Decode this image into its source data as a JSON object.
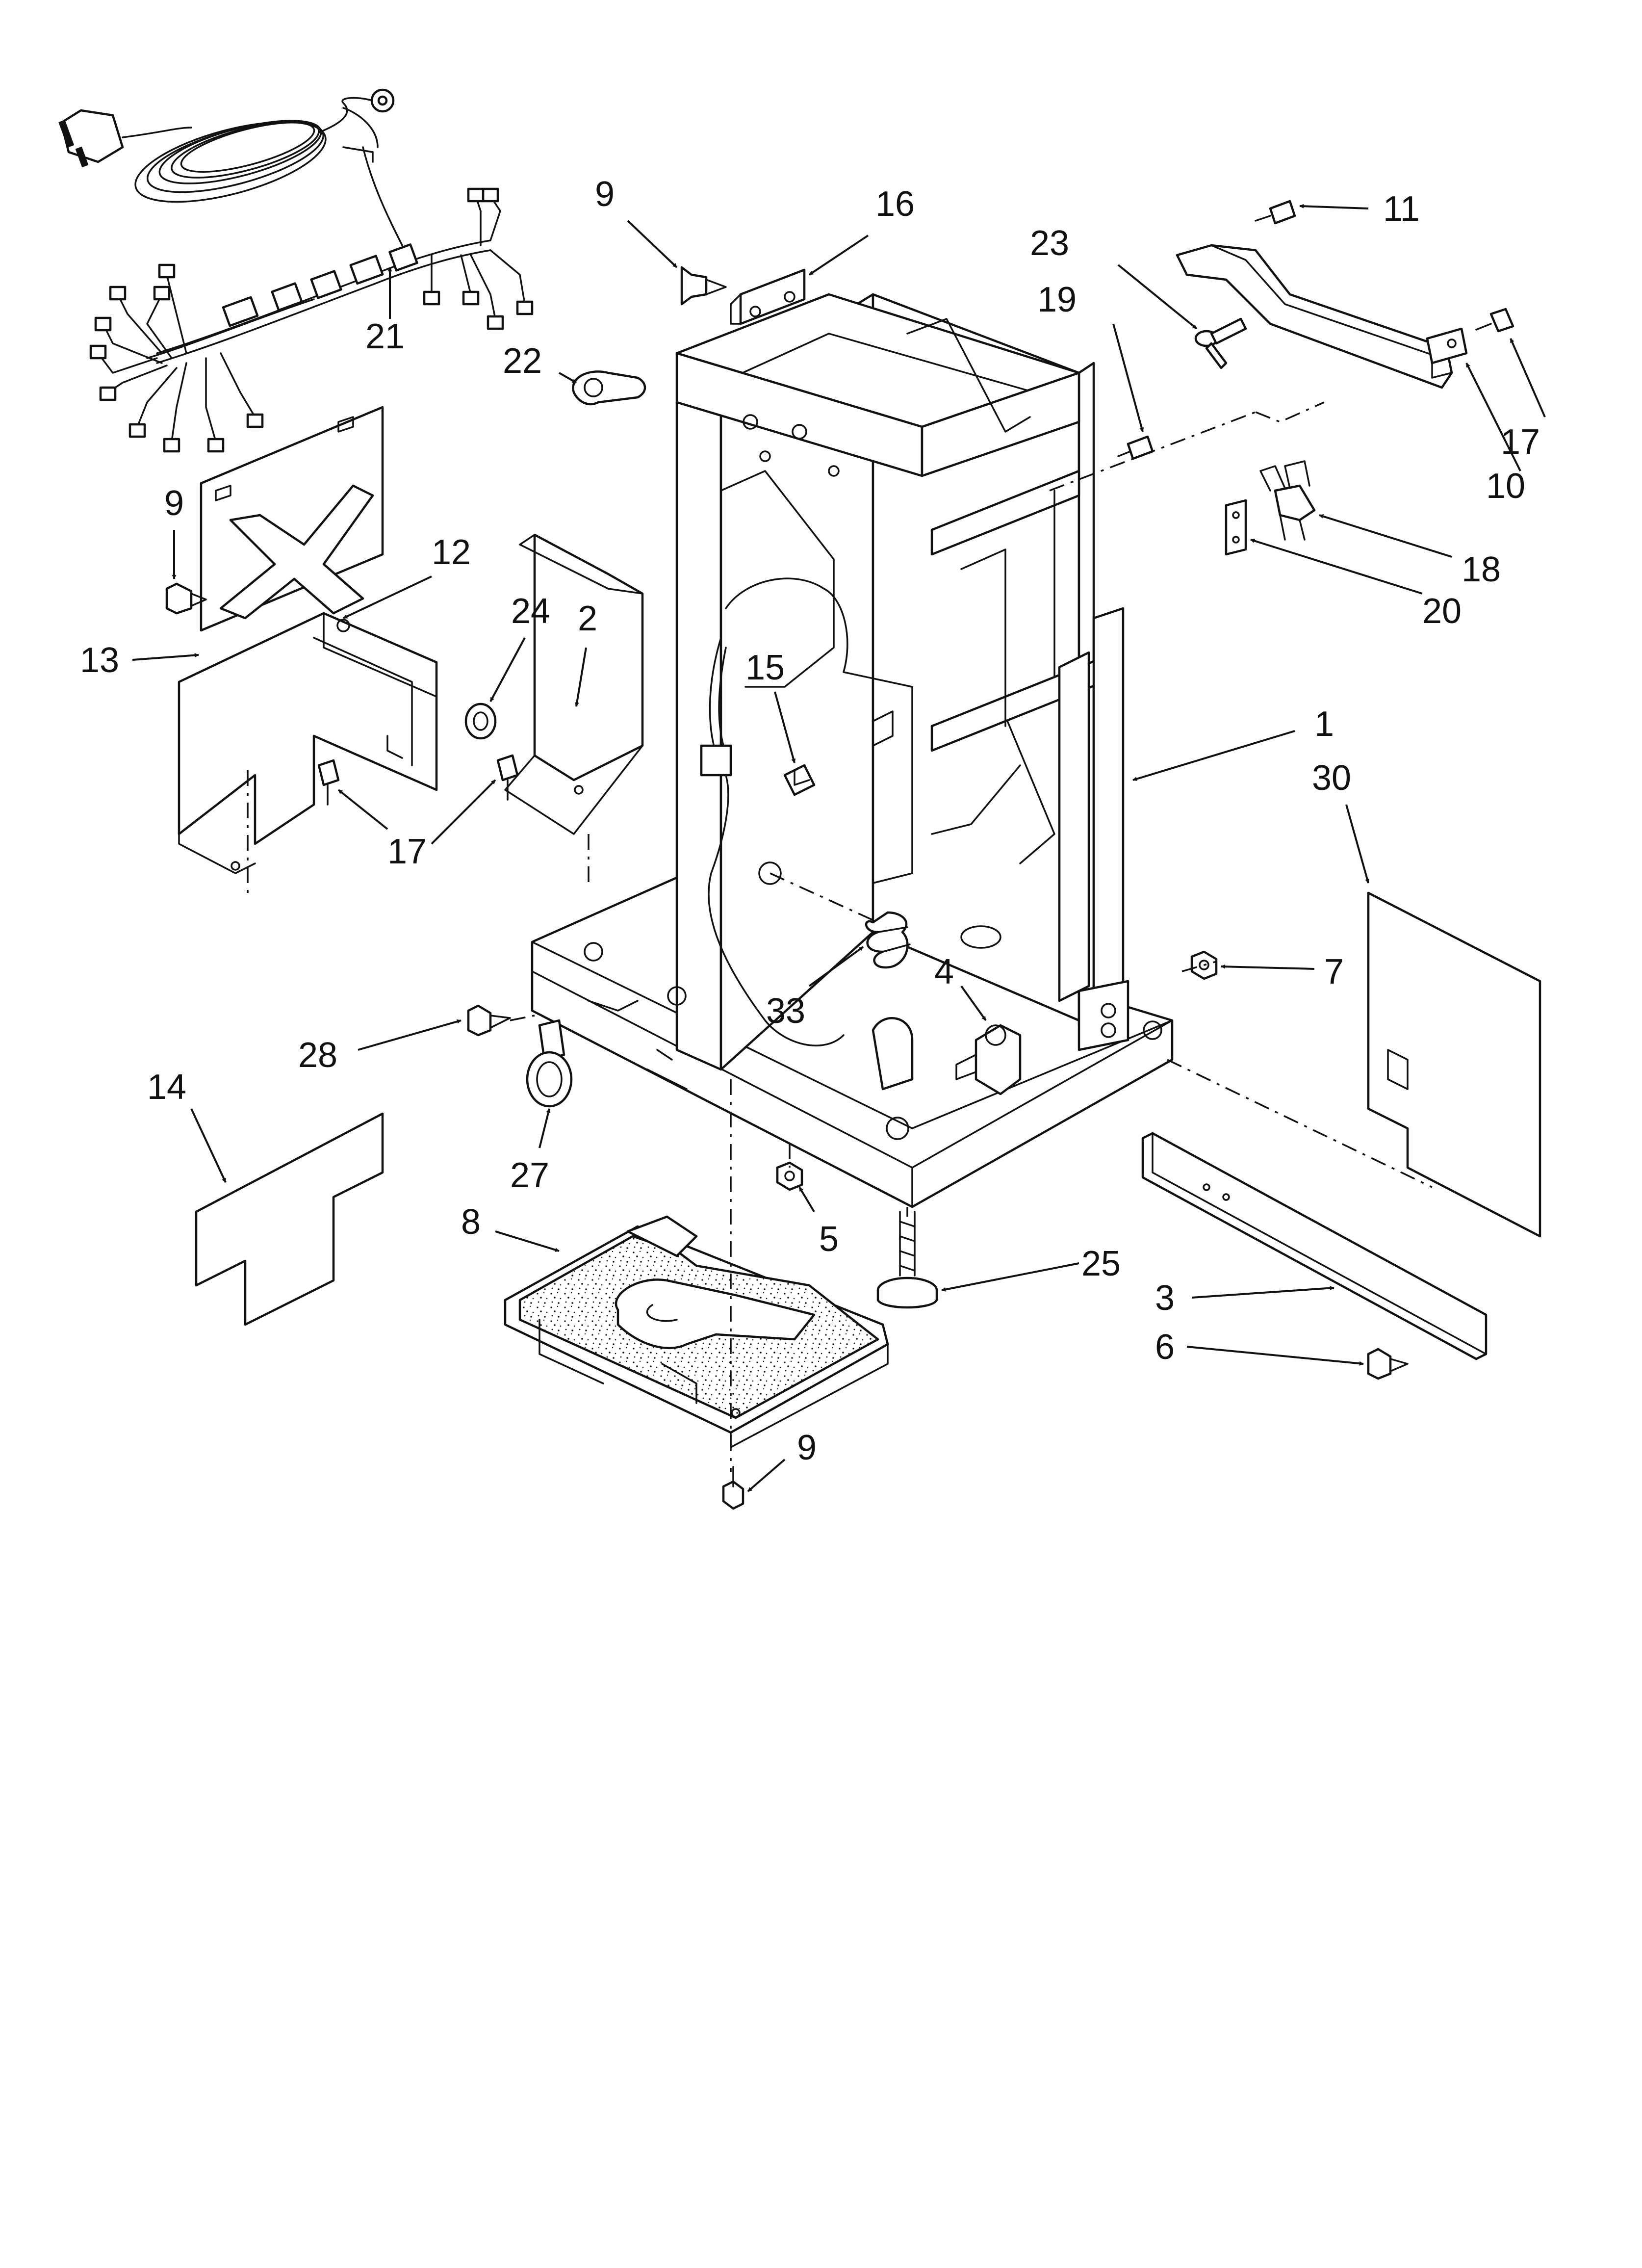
{
  "diagram": {
    "callouts": [
      {
        "id": "c9a",
        "label": "9"
      },
      {
        "id": "c16",
        "label": "16"
      },
      {
        "id": "c11",
        "label": "11"
      },
      {
        "id": "c23",
        "label": "23"
      },
      {
        "id": "c19",
        "label": "19"
      },
      {
        "id": "c17a",
        "label": "17"
      },
      {
        "id": "c10",
        "label": "10"
      },
      {
        "id": "c21",
        "label": "21"
      },
      {
        "id": "c22",
        "label": "22"
      },
      {
        "id": "c18",
        "label": "18"
      },
      {
        "id": "c20",
        "label": "20"
      },
      {
        "id": "c9b",
        "label": "9"
      },
      {
        "id": "c12",
        "label": "12"
      },
      {
        "id": "c13",
        "label": "13"
      },
      {
        "id": "c24",
        "label": "24"
      },
      {
        "id": "c2",
        "label": "2"
      },
      {
        "id": "c15",
        "label": "15"
      },
      {
        "id": "c1",
        "label": "1"
      },
      {
        "id": "c30",
        "label": "30"
      },
      {
        "id": "c17b",
        "label": "17"
      },
      {
        "id": "c7",
        "label": "7"
      },
      {
        "id": "c33",
        "label": "33"
      },
      {
        "id": "c4",
        "label": "4"
      },
      {
        "id": "c28",
        "label": "28"
      },
      {
        "id": "c14",
        "label": "14"
      },
      {
        "id": "c27",
        "label": "27"
      },
      {
        "id": "c5",
        "label": "5"
      },
      {
        "id": "c8",
        "label": "8"
      },
      {
        "id": "c25",
        "label": "25"
      },
      {
        "id": "c3",
        "label": "3"
      },
      {
        "id": "c6",
        "label": "6"
      },
      {
        "id": "c9c",
        "label": "9"
      }
    ]
  }
}
